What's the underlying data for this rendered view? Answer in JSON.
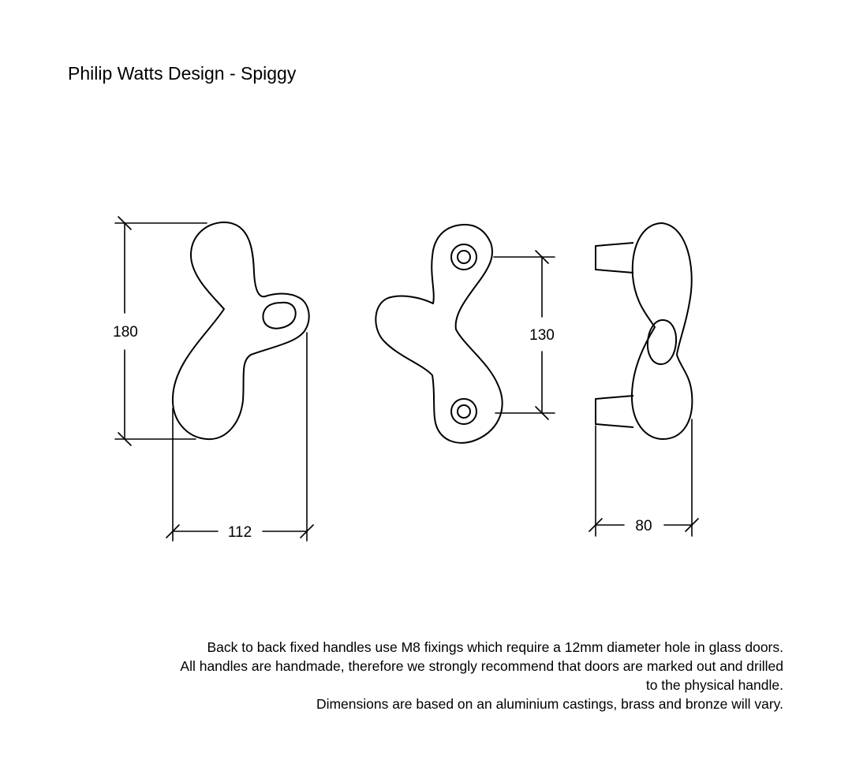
{
  "title": "Philip Watts Design - Spiggy",
  "dimensions": {
    "height_front": "180",
    "width_front": "112",
    "fixing_centres": "130",
    "projection": "80"
  },
  "notes": [
    "Back to back fixed handles use M8 fixings which require a 12mm diameter hole in glass doors.",
    "All handles are handmade, therefore we strongly recommend that doors are marked out and drilled",
    "to the physical handle.",
    "Dimensions are based on an aluminium castings, brass and bronze will vary."
  ]
}
